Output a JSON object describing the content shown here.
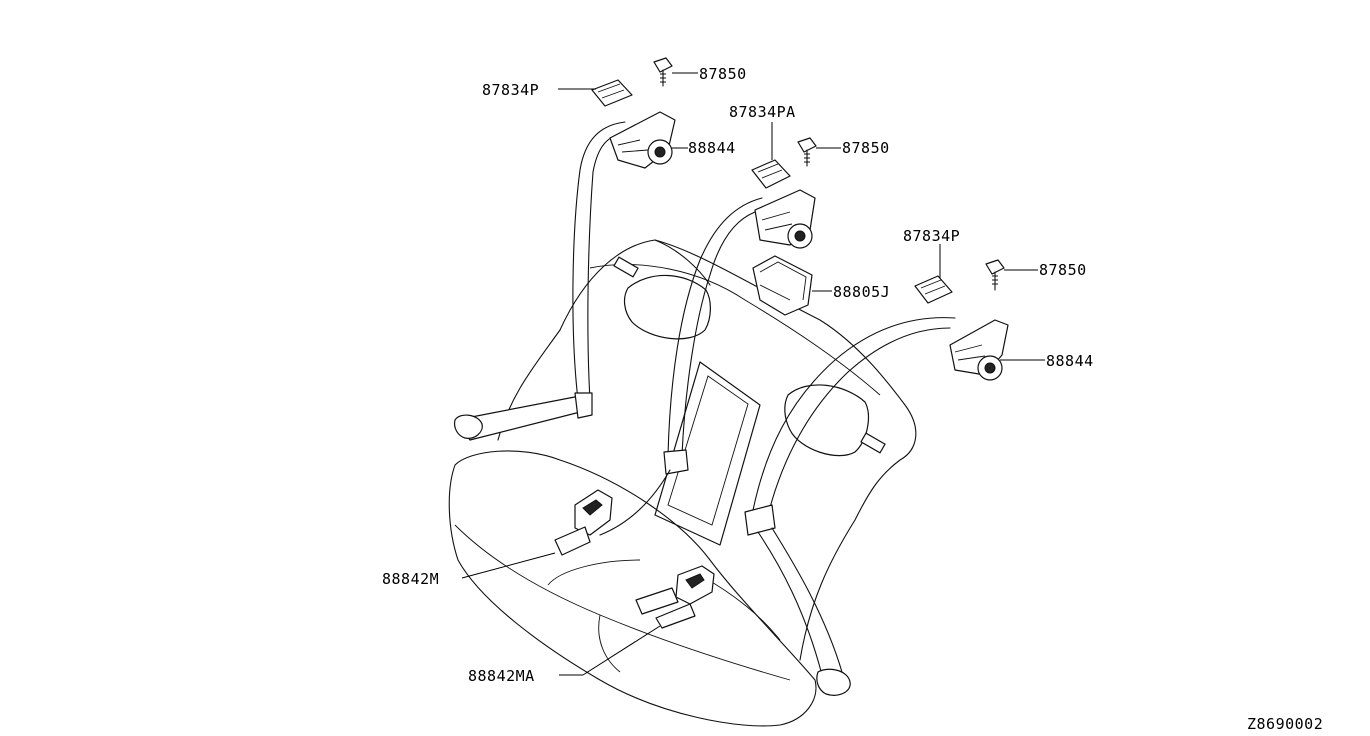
{
  "diagram_code": "Z8690002",
  "callouts": [
    {
      "id": "c1",
      "label": "87834P"
    },
    {
      "id": "c2",
      "label": "87850"
    },
    {
      "id": "c3",
      "label": "88844"
    },
    {
      "id": "c4",
      "label": "87834PA"
    },
    {
      "id": "c5",
      "label": "87850"
    },
    {
      "id": "c6",
      "label": "87834P"
    },
    {
      "id": "c7",
      "label": "87850"
    },
    {
      "id": "c8",
      "label": "88805J"
    },
    {
      "id": "c9",
      "label": "88844"
    },
    {
      "id": "c10",
      "label": "88842M"
    },
    {
      "id": "c11",
      "label": "88842MA"
    }
  ],
  "colors": {
    "line": "#111111",
    "background": "#ffffff"
  }
}
